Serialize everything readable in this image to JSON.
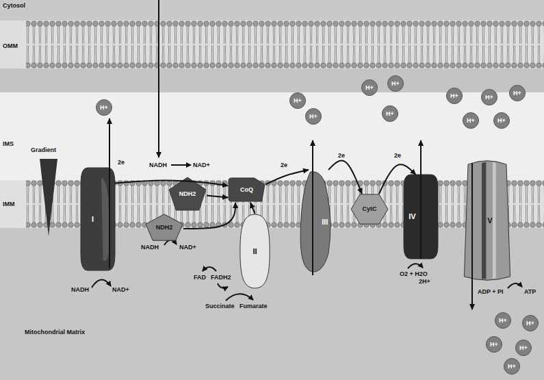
{
  "diagram": {
    "nodes": [
      {
        "text": [
          "H+"
        ]
      },
      {
        "text": [
          "H+"
        ]
      },
      {
        "text": [
          "H+"
        ]
      },
      {
        "text": [
          "H+"
        ]
      },
      {
        "text": [
          "H+"
        ]
      },
      {
        "text": [
          "H+"
        ]
      },
      {
        "text": [
          "H+"
        ]
      },
      {
        "text": [
          "H+"
        ]
      },
      {
        "text": [
          "H+"
        ]
      },
      {
        "text": [
          "H+"
        ]
      },
      {
        "text": [
          "H+"
        ]
      },
      {
        "text": [
          "I"
        ]
      },
      {
        "text": [
          "NDH2"
        ]
      },
      {
        "text": [
          "NDH2"
        ]
      },
      {
        "text": [
          "CoQ"
        ]
      },
      {
        "text": [
          "II"
        ]
      },
      {
        "text": [
          "III"
        ]
      },
      {
        "text": [
          "CytC"
        ]
      },
      {
        "text": [
          "IV"
        ]
      },
      {
        "text": [
          "V"
        ]
      },
      {
        "text": [
          "H+"
        ]
      },
      {
        "text": [
          "H+"
        ]
      },
      {
        "text": [
          "H+"
        ]
      },
      {
        "text": [
          "H+"
        ]
      },
      {
        "text": [
          "H+"
        ]
      }
    ],
    "edges": [
      {
        "from": 11,
        "to": 14,
        "label": "2e",
        "arrow": "to"
      },
      {
        "from": 12,
        "to": 14,
        "arrow": "to"
      },
      {
        "from": 13,
        "to": 14,
        "arrow": "to"
      },
      {
        "from": 15,
        "to": 14,
        "arrow": "to"
      },
      {
        "from": 14,
        "to": 16,
        "label": "2e",
        "arrow": "to"
      },
      {
        "from": 16,
        "to": 17,
        "label": "2e",
        "arrow": "to"
      },
      {
        "from": 17,
        "to": 18,
        "label": "2e",
        "arrow": "to"
      }
    ],
    "labels": [
      "Cytosol",
      "OMM",
      "IMS",
      "IMM",
      "Gradient",
      "NADH",
      "NAD+",
      "NADH",
      "NAD+",
      "NADH",
      "NAD+",
      "FAD",
      "FADH2",
      "Succinate",
      "Fumarate",
      "O2 + H2O",
      "2H+",
      "ADP + PI",
      "ATP",
      "Mitochondrial Matrix"
    ]
  }
}
